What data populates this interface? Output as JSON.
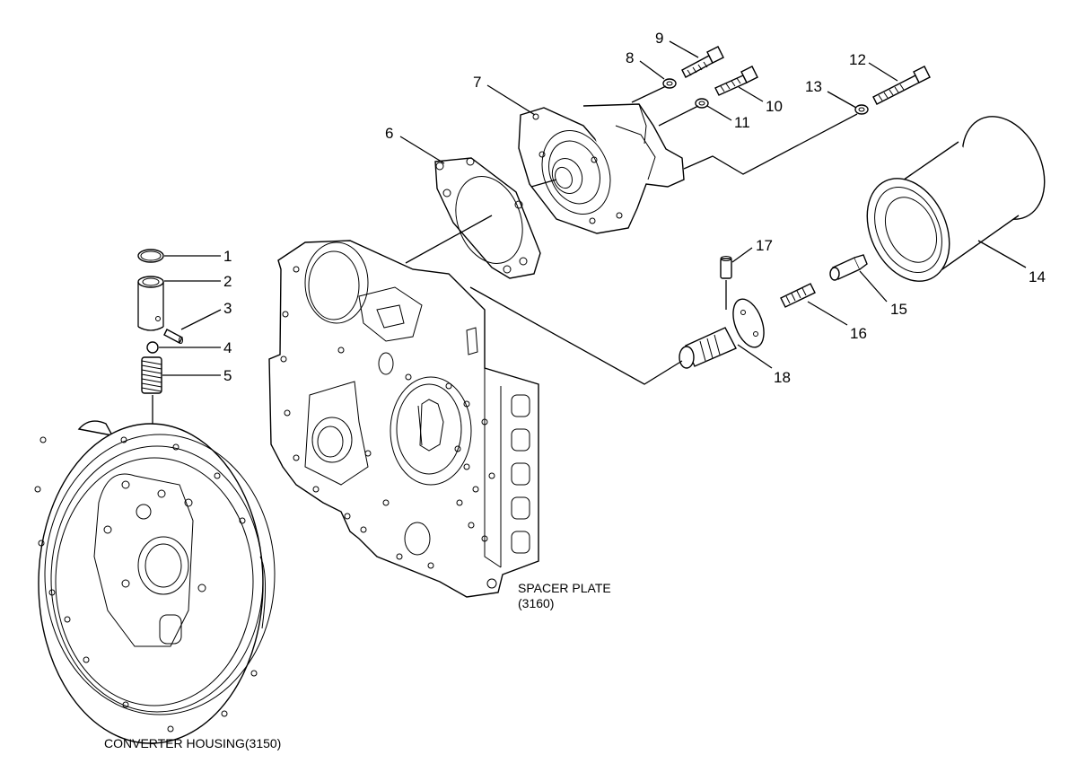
{
  "callouts": [
    {
      "n": "1"
    },
    {
      "n": "2"
    },
    {
      "n": "3"
    },
    {
      "n": "4"
    },
    {
      "n": "5"
    },
    {
      "n": "6"
    },
    {
      "n": "7"
    },
    {
      "n": "8"
    },
    {
      "n": "9"
    },
    {
      "n": "10"
    },
    {
      "n": "11"
    },
    {
      "n": "12"
    },
    {
      "n": "13"
    },
    {
      "n": "14"
    },
    {
      "n": "15"
    },
    {
      "n": "16"
    },
    {
      "n": "17"
    },
    {
      "n": "18"
    }
  ],
  "captions": {
    "spacer_plate": "SPACER PLATE",
    "spacer_plate_code": "(3160)",
    "converter_housing": "CONVERTER HOUSING(3150)"
  }
}
